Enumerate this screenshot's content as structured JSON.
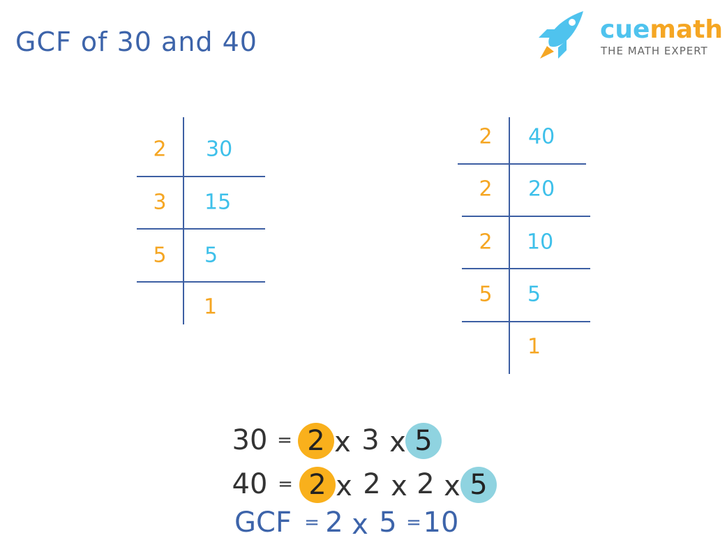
{
  "title": "GCF of 30 and 40",
  "logo": {
    "brand_part1": "cue",
    "brand_part2": "math",
    "tagline": "THE MATH EXPERT",
    "icon": "rocket-icon"
  },
  "colors": {
    "title": "#3d64aa",
    "divisor": "#f5a623",
    "quotient": "#3ec0ea",
    "common_factor_orange": "#f9b01c",
    "common_factor_teal": "#8fd3e0"
  },
  "division_30": {
    "rows": [
      {
        "divisor": "2",
        "number": "30"
      },
      {
        "divisor": "3",
        "number": "15"
      },
      {
        "divisor": "5",
        "number": "5"
      },
      {
        "divisor": "",
        "number": "1"
      }
    ]
  },
  "division_40": {
    "rows": [
      {
        "divisor": "2",
        "number": "40"
      },
      {
        "divisor": "2",
        "number": "20"
      },
      {
        "divisor": "2",
        "number": "10"
      },
      {
        "divisor": "5",
        "number": "5"
      },
      {
        "divisor": "",
        "number": "1"
      }
    ]
  },
  "equations": {
    "eq30": {
      "lhs": "30",
      "eq": "=",
      "f1": "2",
      "x1": "x",
      "f2": "3",
      "x2": "x",
      "f3": "5"
    },
    "eq40": {
      "lhs": "40",
      "eq": "=",
      "f1": "2",
      "x1": "x",
      "f2": "2",
      "x2": "x",
      "f3": "2",
      "x3": "x",
      "f4": "5"
    },
    "gcf": {
      "label": "GCF",
      "eq1": "=",
      "a": "2",
      "x": "x",
      "b": "5",
      "eq2": "=",
      "result": "10"
    }
  }
}
